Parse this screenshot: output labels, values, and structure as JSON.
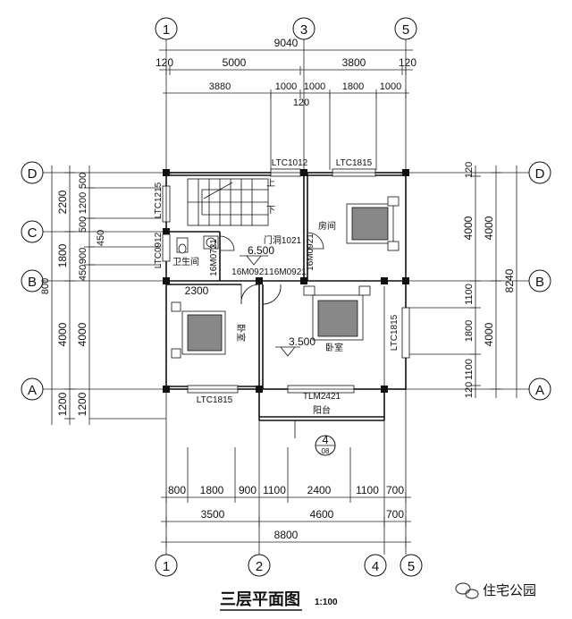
{
  "title": "三层平面图",
  "scale": "1:100",
  "watermark": "住宅公园",
  "axes": {
    "top": [
      "1",
      "3",
      "5"
    ],
    "bottom": [
      "1",
      "2",
      "4",
      "5"
    ],
    "left": [
      "D",
      "C",
      "B",
      "A"
    ],
    "right": [
      "D",
      "B",
      "A"
    ]
  },
  "dims_top": {
    "total": "9040",
    "row1": [
      "120",
      "5000",
      "3800",
      "120"
    ],
    "row2": [
      "3880",
      "1000",
      "1000",
      "1800",
      "1000"
    ],
    "row3": [
      "120"
    ]
  },
  "dims_bottom": {
    "row1": [
      "800",
      "1800",
      "900",
      "1100",
      "2400",
      "1100",
      "700"
    ],
    "row2": [
      "3500",
      "4600",
      "700"
    ],
    "total": "8800"
  },
  "dims_left": {
    "outer": [
      "2200",
      "1800",
      "4000",
      "1200"
    ],
    "inner": [
      "500",
      "1200",
      "500",
      "900",
      "450",
      "450",
      "4000",
      "1200"
    ],
    "total": "800"
  },
  "dims_right": {
    "inner": [
      "120",
      "4000",
      "1100",
      "1800",
      "1100",
      "120"
    ],
    "outer": [
      "4000",
      "4000"
    ],
    "total": "8240"
  },
  "rooms": {
    "bedroom_ne": "房间",
    "bathroom": "卫生间",
    "bedroom_sw": "卧室",
    "bedroom_main": "卧室",
    "balcony": "阳台"
  },
  "labels": {
    "win_d1": "LTC1012",
    "win_d2": "LTC1815",
    "win_left1": "LTC1215",
    "win_left2": "LTC0912",
    "win_right": "LTC1815",
    "win_a": "LTC1815",
    "door_balcony": "TLM2421",
    "door_a": "16M0921",
    "door_b": "16M0921",
    "door_c": "16M0921",
    "door_d": "16M0721",
    "opening": "门洞1021",
    "level_upper": "6.500",
    "level_lower": "3.500",
    "stair_up": "上",
    "stair_down": "下",
    "section_no": "4",
    "section_sheet": "08",
    "dim_2300": "2300"
  }
}
